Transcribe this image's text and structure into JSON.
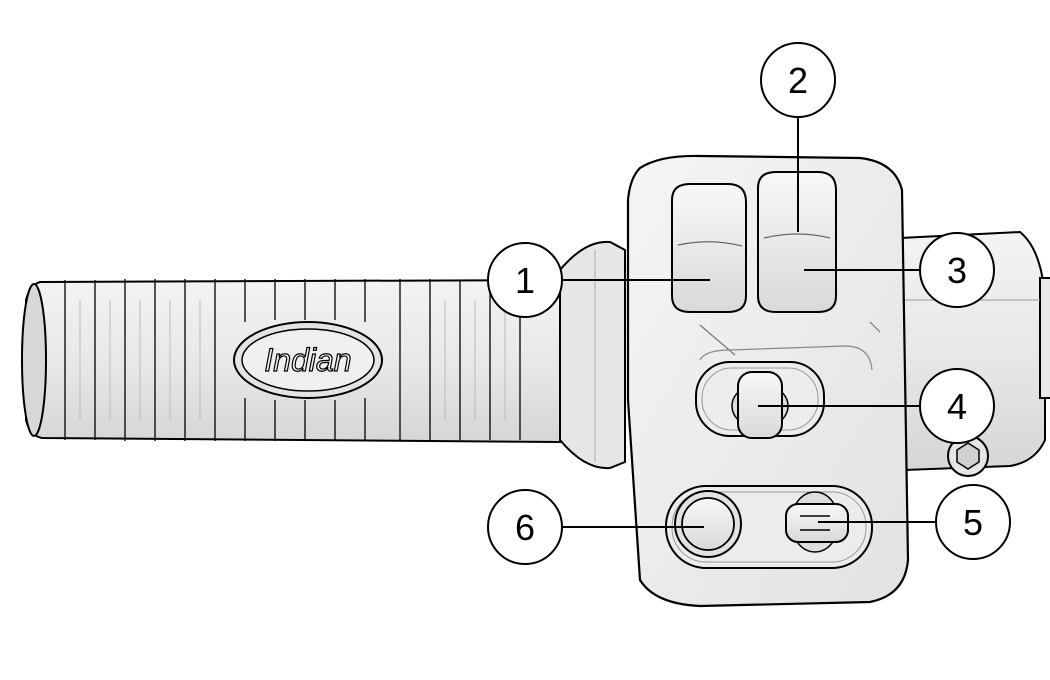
{
  "diagram": {
    "logo_text": "Indian",
    "callouts": [
      {
        "label": "1"
      },
      {
        "label": "2"
      },
      {
        "label": "3"
      },
      {
        "label": "4"
      },
      {
        "label": "5"
      },
      {
        "label": "6"
      }
    ]
  },
  "colors": {
    "line": "#000000",
    "fill": "#eeeeee",
    "background": "#ffffff"
  }
}
